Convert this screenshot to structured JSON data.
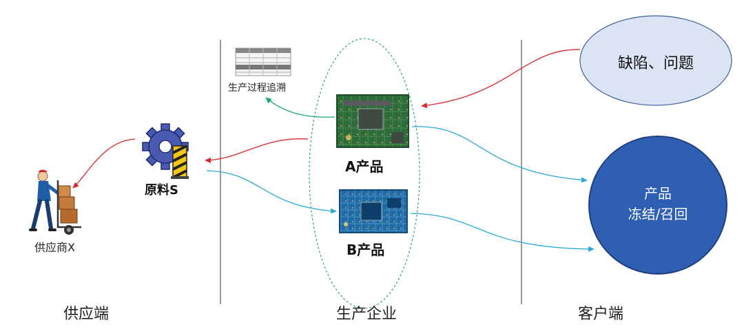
{
  "sections": {
    "supplier": "供应端",
    "producer": "生产企业",
    "customer": "客户端"
  },
  "nodes": {
    "supplier_x": "供应商X",
    "raw_material": "原料S",
    "trace": "生产过程追溯",
    "product_a": "A产品",
    "product_b": "B产品",
    "defect": "缺陷、问题",
    "freeze_line1": "产品",
    "freeze_line2": "冻结/召回"
  },
  "colors": {
    "red_arrow": "#d9262b",
    "cyan_arrow": "#2aa8d8",
    "green_arrow": "#1aa86a",
    "defect_fill": "#dbe4f2",
    "freeze_fill": "#2f5fb2",
    "ellipse_stroke": "#2e9e7e",
    "pcb_green": "#2e6b3a",
    "pcb_blue": "#1f6aa5"
  }
}
